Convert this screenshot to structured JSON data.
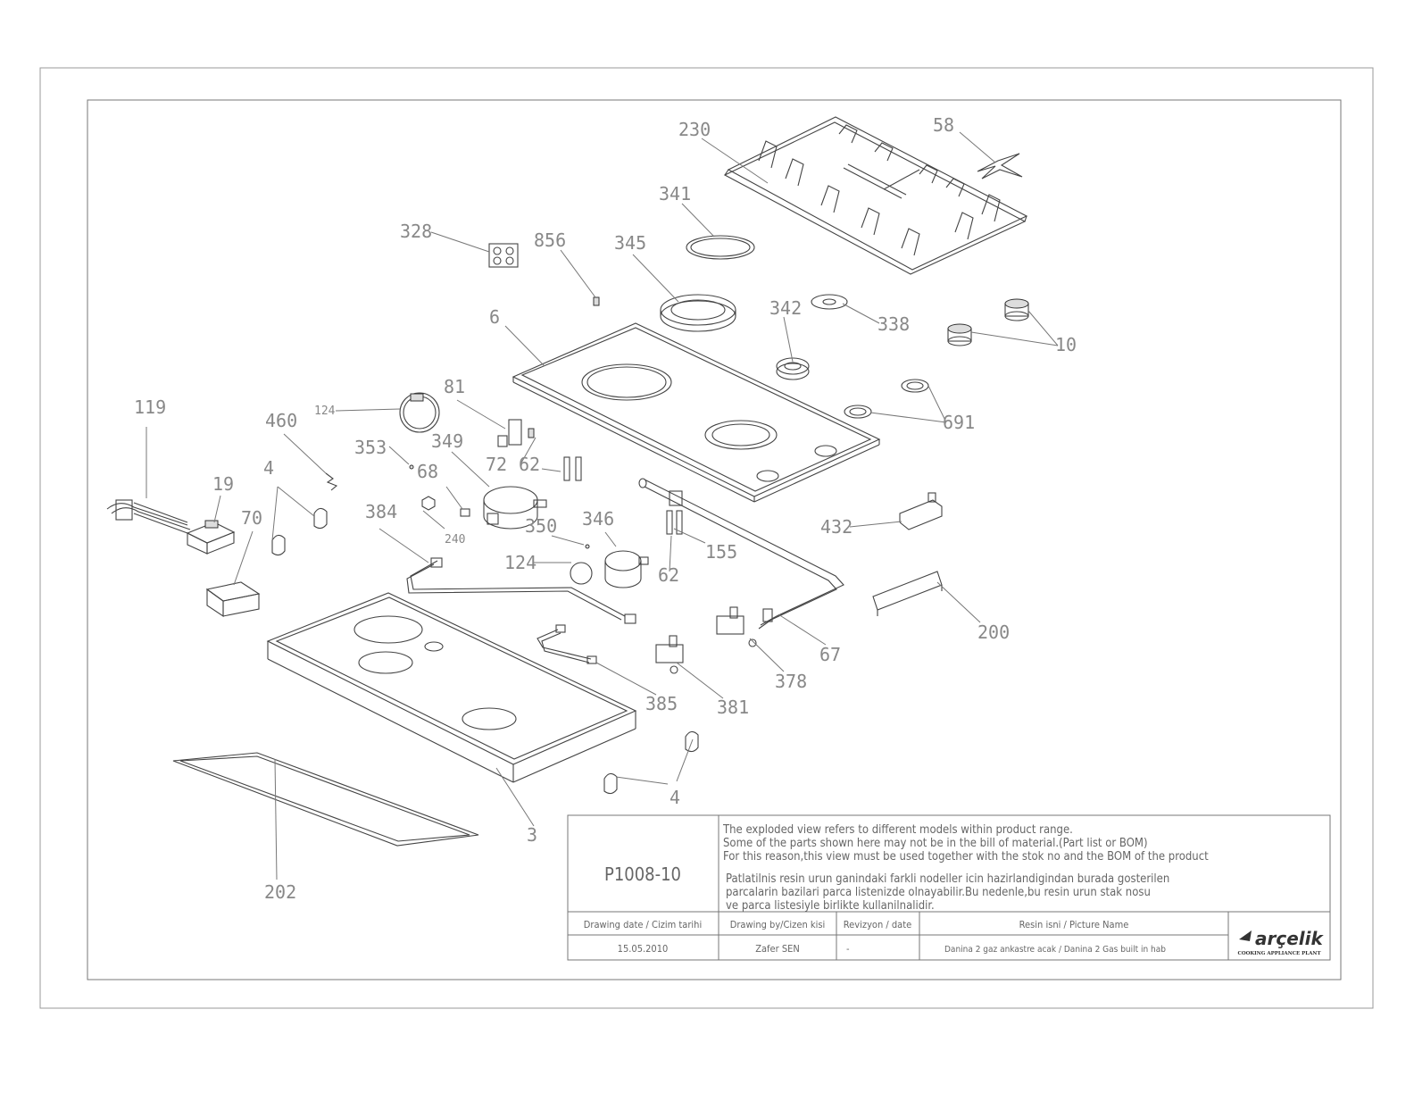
{
  "part_labels": {
    "p230": "230",
    "p58": "58",
    "p341": "341",
    "p328": "328",
    "p856": "856",
    "p345": "345",
    "p6": "6",
    "p342": "342",
    "p338": "338",
    "p10": "10",
    "p124a": "124",
    "p81": "81",
    "p691": "691",
    "p119": "119",
    "p460": "460",
    "p353": "353",
    "p349": "349",
    "p72": "72",
    "p62a": "62",
    "p68": "68",
    "p19": "19",
    "p4a": "4",
    "p70": "70",
    "p384": "384",
    "p240": "240",
    "p350": "350",
    "p346": "346",
    "p124b": "124",
    "p155": "155",
    "p62b": "62",
    "p432": "432",
    "p200": "200",
    "p67": "67",
    "p378": "378",
    "p385": "385",
    "p381": "381",
    "p4b": "4",
    "p3": "3",
    "p202": "202"
  },
  "title_block": {
    "drawing_no": "P1008-10",
    "note_en_1": "The exploded view refers to different models within product range.",
    "note_en_2": "Some of the parts shown here may not be in the bill of material.(Part list or BOM)",
    "note_en_3": "For this reason,this view must be used together with the stok no and the BOM of the product",
    "note_tr_1": "Patlatilnis resin urun ganindaki farkli nodeller icin hazirlandigindan burada gosterilen",
    "note_tr_2": "parcalarin bazilari parca listenizde olnayabilir.Bu nedenle,bu resin urun stak nosu",
    "note_tr_3": "ve parca listesiyle birlikte kullanilnalidir.",
    "h_date": "Drawing date / Cizim tarihi",
    "h_by": "Drawing by/Cizen kisi",
    "h_rev": "Revizyon / date",
    "h_name": "Resin isni / Picture Name",
    "v_date": "15.05.2010",
    "v_by": "Zafer SEN",
    "v_rev": "-",
    "v_name": "Danina 2 gaz ankastre acak / Danina 2 Gas built in hab",
    "logo_name": "arçelik",
    "logo_sub": "COOKING APPLIANCE PLANT"
  }
}
